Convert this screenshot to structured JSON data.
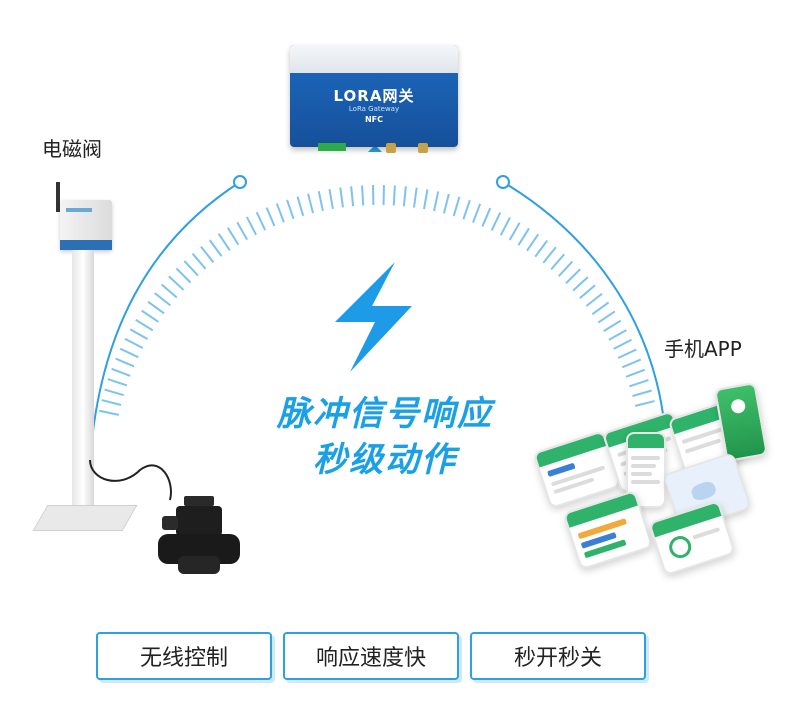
{
  "labels": {
    "valve": "电磁阀",
    "phone_app": "手机APP"
  },
  "headline": {
    "line1": "脉冲信号响应",
    "line2": "秒级动作"
  },
  "gateway": {
    "title": "LORA网关",
    "subtitle": "LoRa Gateway",
    "nfc": "NFC"
  },
  "features": [
    "无线控制",
    "响应速度快",
    "秒开秒关"
  ],
  "colors": {
    "accent": "#1aa0e6",
    "arc": "#2d9fe3",
    "lightning": "#1e9be6"
  }
}
